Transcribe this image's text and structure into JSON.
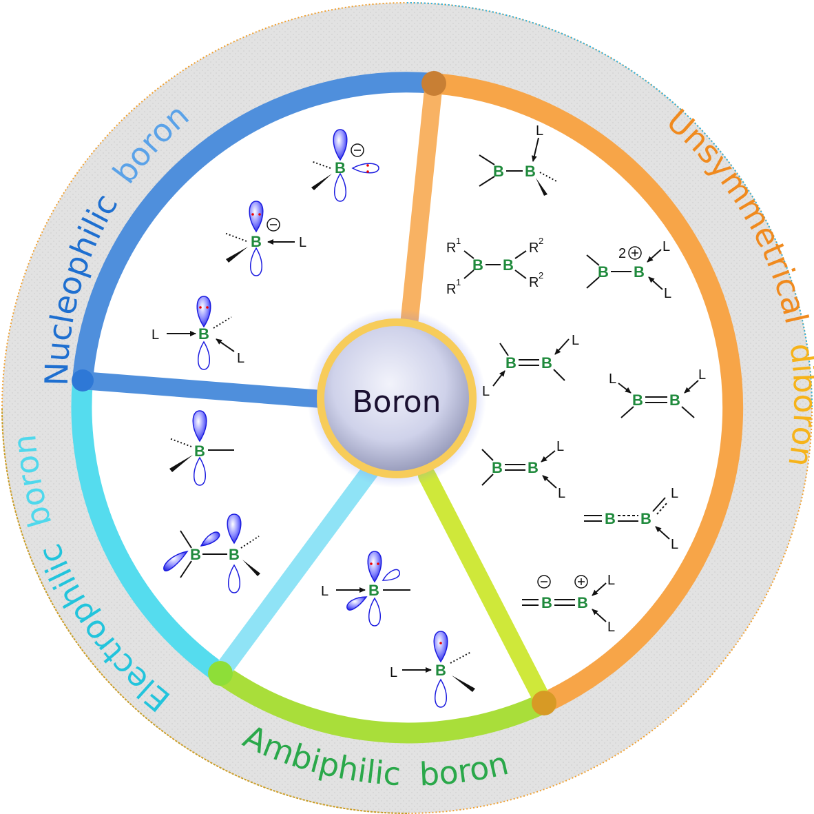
{
  "center": {
    "label": "Boron"
  },
  "ring_titles": {
    "nucleophilic": {
      "word1": "Nucleophilic",
      "word2": "boron",
      "color1": "#1e6fd0",
      "color2": "#5aa2e8"
    },
    "unsymmetrical": {
      "word1": "Unsymmetrical",
      "word2": "diboron",
      "color1": "#f08a1e",
      "color2": "#f6b31a"
    },
    "ambiphilic": {
      "word1": "Ambiphilic",
      "word2": "boron",
      "color1": "#2aa84a",
      "color2": "#2aa84a"
    },
    "electrophilic": {
      "word1": "Electrophilic",
      "word2": "boron",
      "color1": "#22c4dc",
      "color2": "#4fd8ec"
    }
  },
  "segment_colors": {
    "nucleophilic": "#4f8fdc",
    "unsymmetrical": "#f7a548",
    "ambiphilic": "#a9de3a",
    "electrophilic": "#55dcee",
    "spoke_light_blue": "#8fe3f6",
    "spoke_yellow_green": "#cfe83a"
  },
  "atom_labels": {
    "B": "B",
    "L": "L",
    "R1": "R",
    "R2": "R",
    "sup1": "1",
    "sup2": "2",
    "charge2": "2"
  }
}
